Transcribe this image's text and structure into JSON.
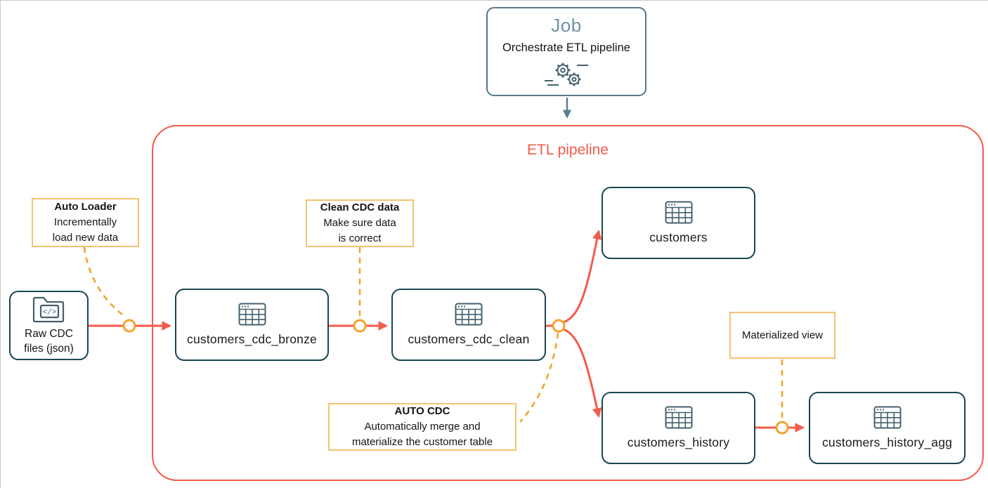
{
  "job": {
    "title": "Job",
    "subtitle": "Orchestrate ETL pipeline",
    "icon": "gears-icon"
  },
  "pipeline": {
    "title": "ETL pipeline"
  },
  "source": {
    "line1": "Raw CDC",
    "line2": "files (json)",
    "icon": "code-folder-icon"
  },
  "nodes": {
    "bronze": {
      "label": "customers_cdc_bronze",
      "icon": "table-icon"
    },
    "clean": {
      "label": "customers_cdc_clean",
      "icon": "table-icon"
    },
    "customers": {
      "label": "customers",
      "icon": "table-icon"
    },
    "history": {
      "label": "customers_history",
      "icon": "table-icon"
    },
    "history_agg": {
      "label": "customers_history_agg",
      "icon": "table-icon"
    }
  },
  "annotations": {
    "auto_loader": {
      "title": "Auto Loader",
      "line1": "Incrementally",
      "line2": "load new data"
    },
    "clean_cdc": {
      "title": "Clean CDC data",
      "line1": "Make sure data",
      "line2": "is correct"
    },
    "auto_cdc": {
      "title": "AUTO CDC",
      "line1": "Automatically merge and",
      "line2": "materialize the customer table"
    },
    "materialized_view": {
      "label": "Materialized view"
    }
  },
  "colors": {
    "accent_red": "#F45B4A",
    "amber_connector": "#F1A42E",
    "amber_callout_border": "#F4C36E",
    "teal_dark": "#1B4552",
    "slate_border": "#54788C",
    "slate_title": "#6B92A7",
    "text": "#141414",
    "page_border": "#C9C9C9"
  },
  "icons": {
    "gears": "gears-icon",
    "code_folder": "code-folder-icon",
    "table": "table-icon",
    "junction": "junction-circle"
  }
}
